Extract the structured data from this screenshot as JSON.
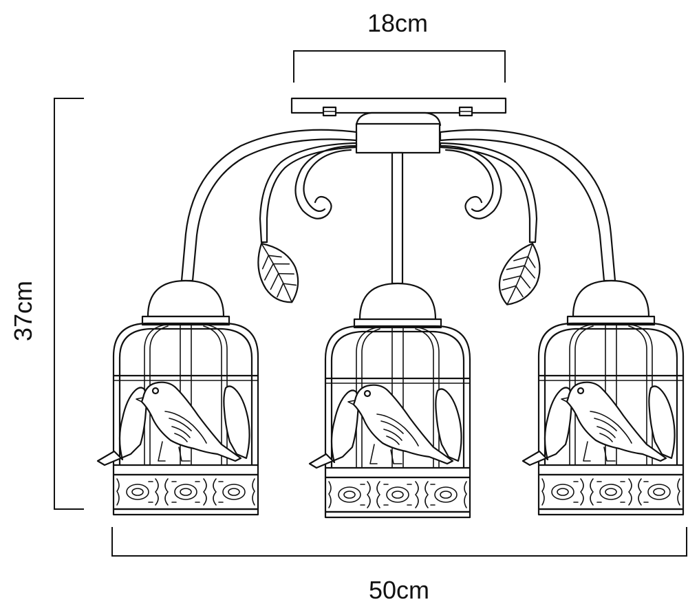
{
  "dimensions": {
    "top_width": "18cm",
    "height": "37cm",
    "bottom_width": "50cm"
  },
  "colors": {
    "line": "#111111",
    "background": "#ffffff"
  }
}
